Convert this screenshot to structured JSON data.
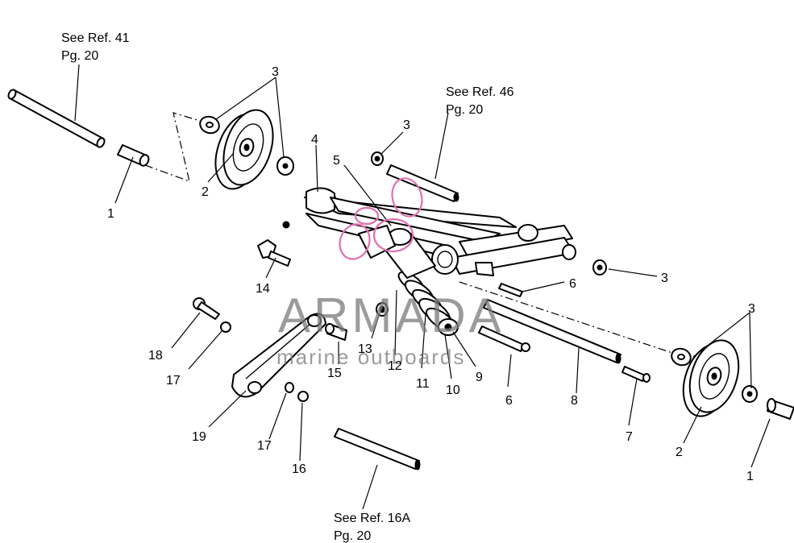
{
  "references": {
    "ref41": {
      "line1": "See Ref. 41",
      "line2": "Pg. 20"
    },
    "ref46": {
      "line1": "See Ref. 46",
      "line2": "Pg. 20"
    },
    "ref16a": {
      "line1": "See Ref. 16A",
      "line2": "Pg. 20"
    }
  },
  "callouts": {
    "c1_left": "1",
    "c1_right": "1",
    "c2_left": "2",
    "c2_right": "2",
    "c3_top_left": "3",
    "c3_top_mid": "3",
    "c3_right_mid": "3",
    "c3_right_top": "3",
    "c4": "4",
    "c5": "5",
    "c6_upper": "6",
    "c6_lower": "6",
    "c7": "7",
    "c8": "8",
    "c9": "9",
    "c10": "10",
    "c11": "11",
    "c12": "12",
    "c13": "13",
    "c14": "14",
    "c15": "15",
    "c16": "16",
    "c17_upper": "17",
    "c17_lower": "17",
    "c18": "18",
    "c19": "19"
  },
  "watermark": {
    "brand": "ARMADA",
    "tagline": "marine outboards",
    "logo_color": "#e070b0",
    "text_color": "#7a7a7a"
  }
}
